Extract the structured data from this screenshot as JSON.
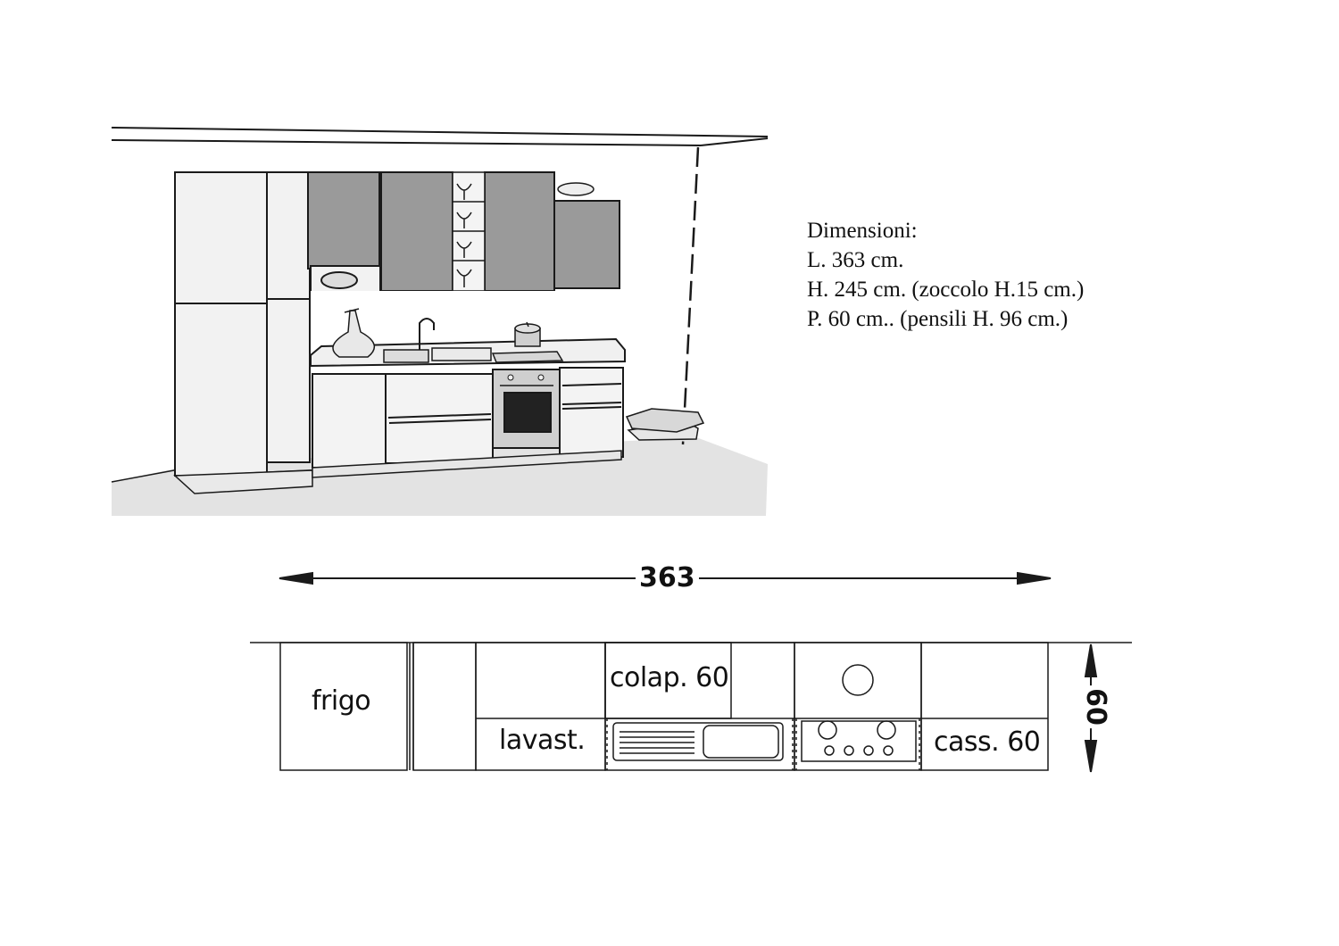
{
  "specs": {
    "heading": "Dimensioni:",
    "length": "L. 363 cm.",
    "height": "H. 245 cm. (zoccolo H.15 cm.)",
    "depth": "P. 60 cm.. (pensili H. 96 cm.)"
  },
  "plan": {
    "total_width_label": "363",
    "depth_label": "60",
    "modules": {
      "fridge": "frigo",
      "colander": "colap. 60",
      "dishwasher": "lavast.",
      "drawers": "cass. 60"
    }
  },
  "colors": {
    "line": "#1a1a1a",
    "wall_cabinet": "#9a9a9a",
    "floor": "#e2e2e2",
    "cabinet": "#f4f4f4"
  }
}
